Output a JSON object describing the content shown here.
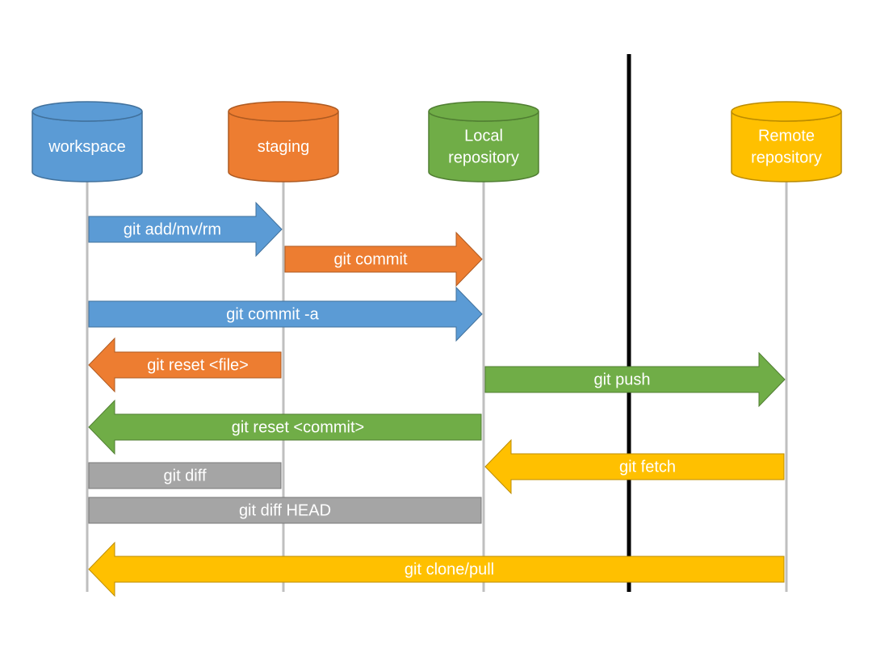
{
  "colors": {
    "blue": "#5b9bd5",
    "blue_edge": "#41719c",
    "orange": "#ed7d31",
    "orange_edge": "#ae5a21",
    "green": "#70ad47",
    "green_edge": "#507e32",
    "yellow": "#ffc000",
    "yellow_edge": "#bc8c00",
    "gray": "#a5a5a5",
    "gray_edge": "#787878",
    "lifeline": "#bfbfbf",
    "divider": "#000000",
    "label_text": "#ffffff"
  },
  "stores": [
    {
      "id": "workspace",
      "lines": [
        "workspace"
      ],
      "color": "blue",
      "icon": "database-icon"
    },
    {
      "id": "staging",
      "lines": [
        "staging"
      ],
      "color": "orange",
      "icon": "database-icon"
    },
    {
      "id": "local",
      "lines": [
        "Local",
        "repository"
      ],
      "color": "green",
      "icon": "database-icon"
    },
    {
      "id": "remote",
      "lines": [
        "Remote",
        "repository"
      ],
      "color": "yellow",
      "icon": "database-icon"
    }
  ],
  "operations": [
    {
      "id": "git-add",
      "label": "git add/mv/rm",
      "from": "workspace",
      "to": "staging",
      "shape": "arrow",
      "color": "blue"
    },
    {
      "id": "git-commit",
      "label": "git commit",
      "from": "staging",
      "to": "local",
      "shape": "arrow",
      "color": "orange"
    },
    {
      "id": "git-commit-a",
      "label": "git commit -a",
      "from": "workspace",
      "to": "local",
      "shape": "arrow",
      "color": "blue"
    },
    {
      "id": "git-reset-file",
      "label": "git reset <file>",
      "from": "staging",
      "to": "workspace",
      "shape": "arrow",
      "color": "orange"
    },
    {
      "id": "git-push",
      "label": "git push",
      "from": "local",
      "to": "remote",
      "shape": "arrow",
      "color": "green"
    },
    {
      "id": "git-reset-commit",
      "label": "git reset <commit>",
      "from": "local",
      "to": "workspace",
      "shape": "arrow",
      "color": "green"
    },
    {
      "id": "git-fetch",
      "label": "git fetch",
      "from": "remote",
      "to": "local",
      "shape": "arrow",
      "color": "yellow"
    },
    {
      "id": "git-diff",
      "label": "git diff",
      "from": "workspace",
      "to": "staging",
      "shape": "bar",
      "color": "gray"
    },
    {
      "id": "git-diff-head",
      "label": "git diff HEAD",
      "from": "workspace",
      "to": "local",
      "shape": "bar",
      "color": "gray"
    },
    {
      "id": "git-clone-pull",
      "label": "git clone/pull",
      "from": "remote",
      "to": "workspace",
      "shape": "arrow",
      "color": "yellow"
    }
  ]
}
